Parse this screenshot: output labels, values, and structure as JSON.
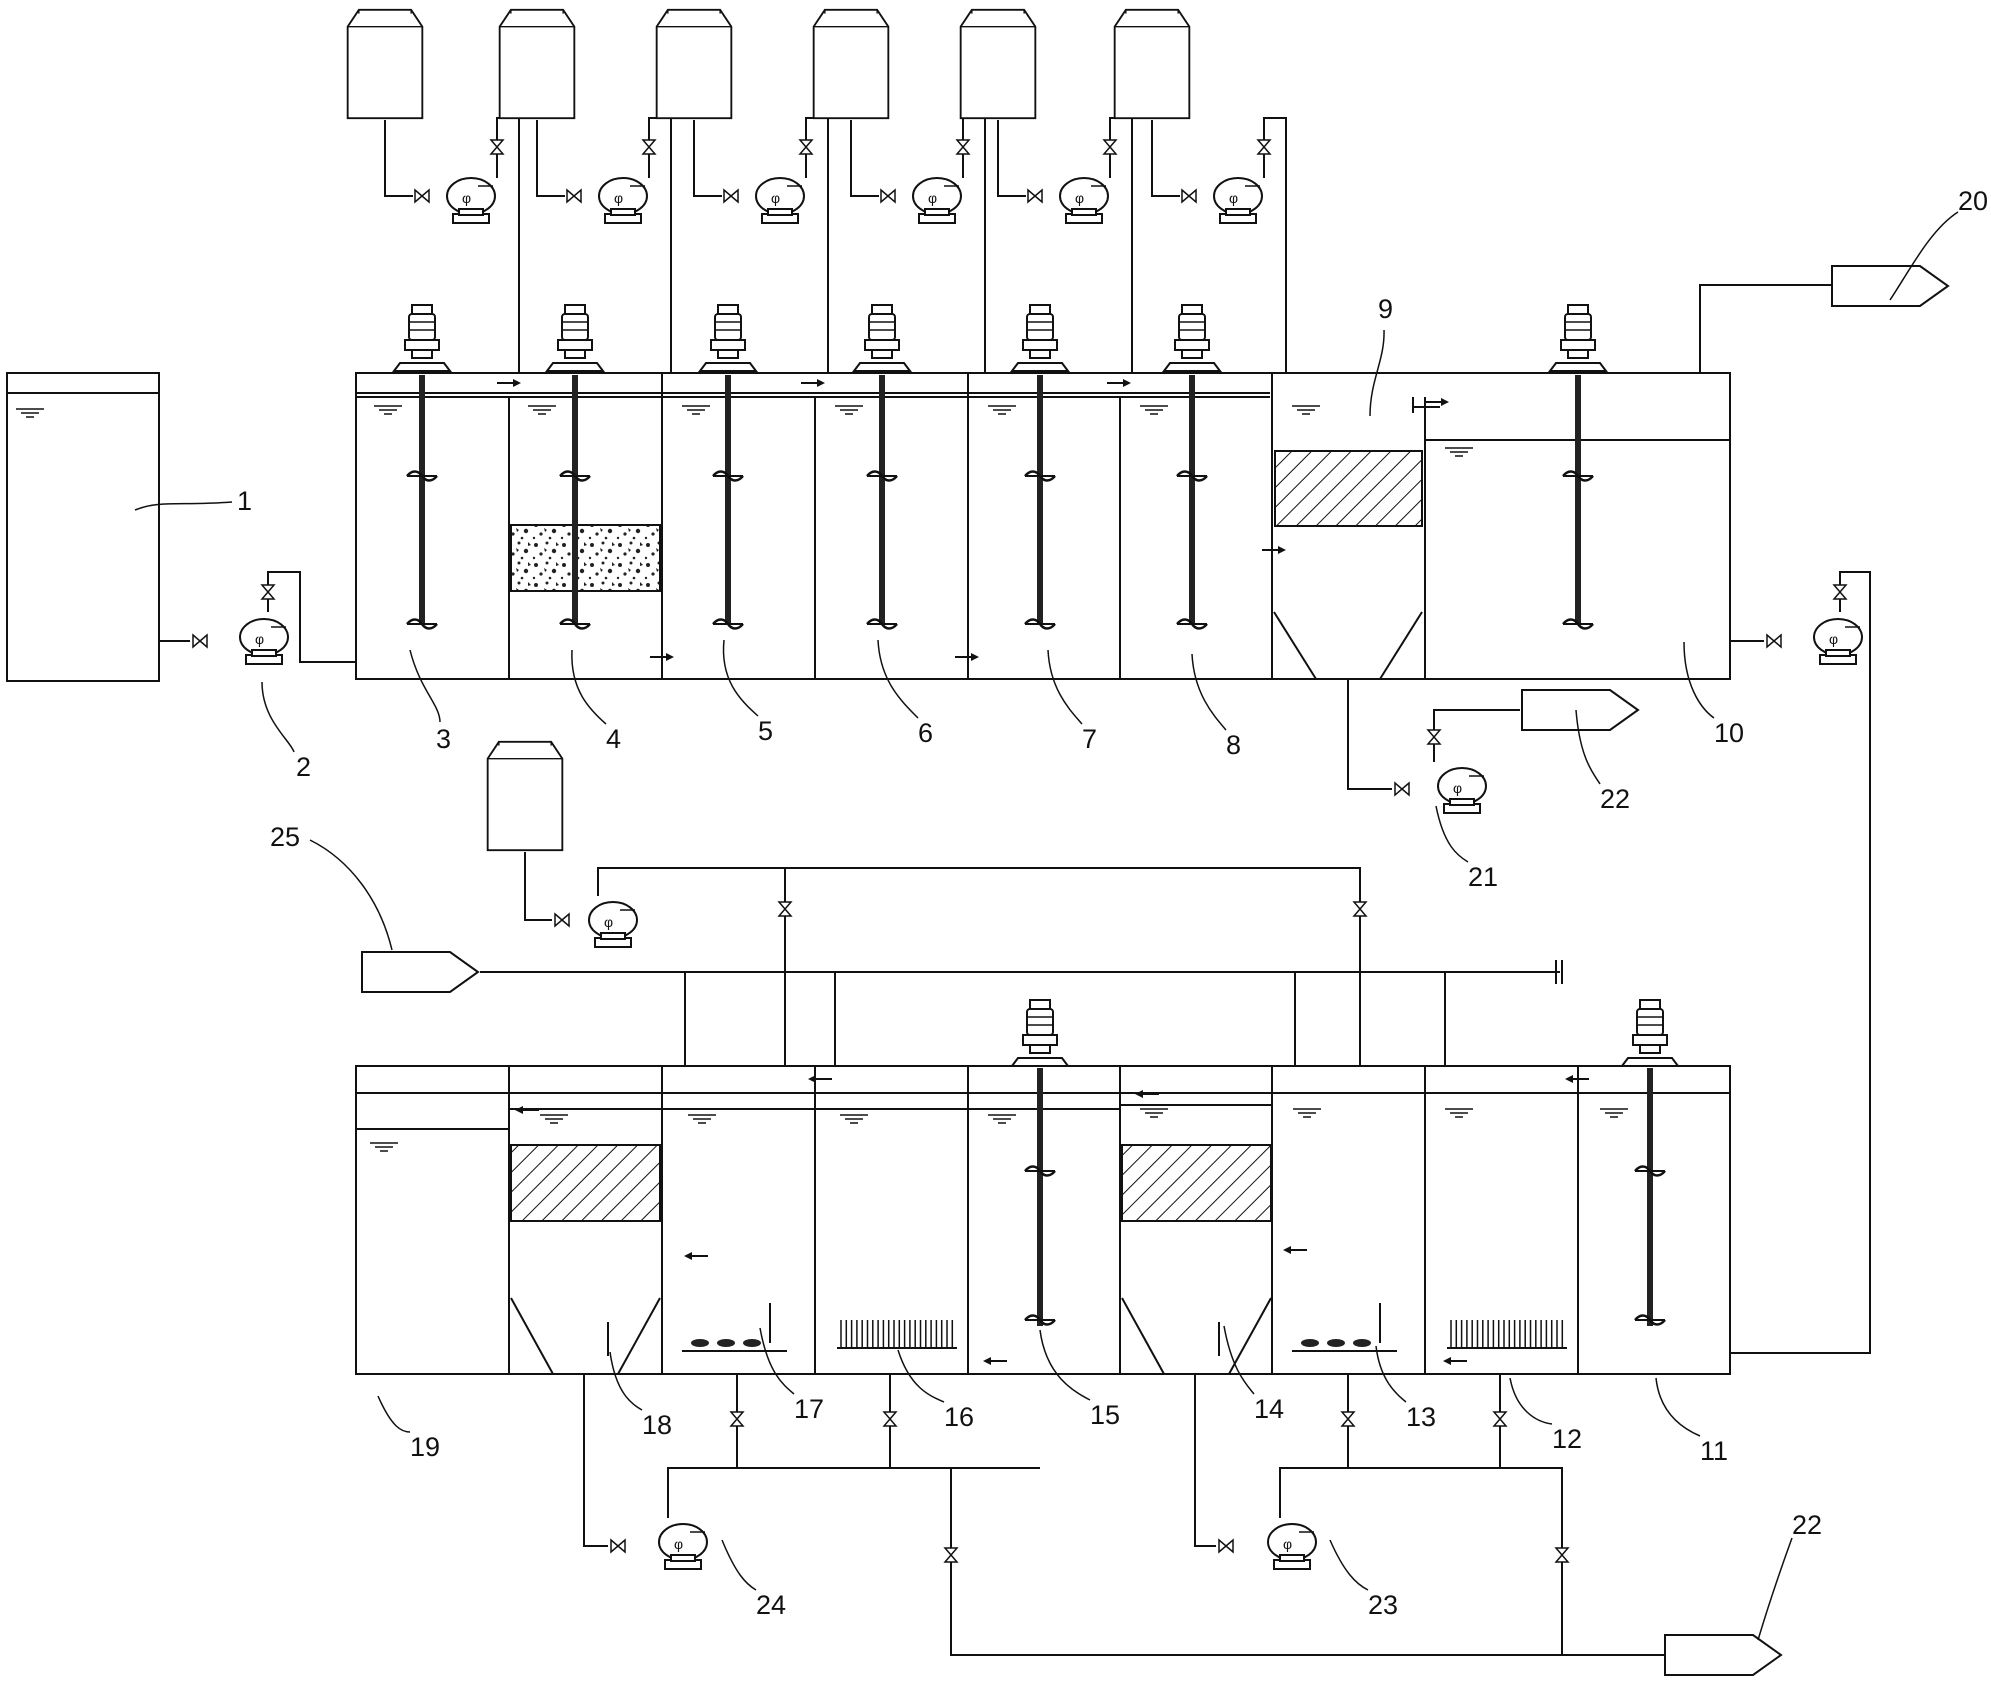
{
  "colors": {
    "line": "#111111",
    "background": "#ffffff"
  },
  "icons": [
    "dosing-tank-icon",
    "metering-pump-icon",
    "stirrer-motor-icon",
    "valve-icon",
    "outlet-arrow-icon",
    "water-level-icon"
  ],
  "labels": [
    "1",
    "2",
    "3",
    "4",
    "5",
    "6",
    "7",
    "8",
    "9",
    "10",
    "11",
    "12",
    "13",
    "14",
    "15",
    "16",
    "17",
    "18",
    "19",
    "20",
    "21",
    "22",
    "22",
    "23",
    "24",
    "25"
  ]
}
